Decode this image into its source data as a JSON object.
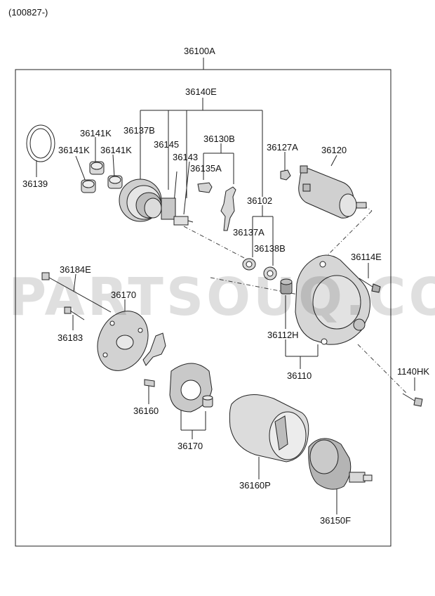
{
  "header": {
    "code": "(100827-)"
  },
  "assembly": {
    "label": "36100A"
  },
  "watermark": {
    "text": "PARTSOUQ.COM"
  },
  "parts": {
    "p36140E": "36140E",
    "p36137B": "36137B",
    "p36141K_a": "36141K",
    "p36141K_b": "36141K",
    "p36141K_c": "36141K",
    "p36145": "36145",
    "p36143": "36143",
    "p36130B": "36130B",
    "p36135A": "36135A",
    "p36127A": "36127A",
    "p36120": "36120",
    "p36139": "36139",
    "p36102": "36102",
    "p36137A": "36137A",
    "p36138B": "36138B",
    "p36114E": "36114E",
    "p36184E": "36184E",
    "p36170_a": "36170",
    "p36183": "36183",
    "p36112H": "36112H",
    "p36110": "36110",
    "p1140HK": "1140HK",
    "p36160": "36160",
    "p36170_b": "36170",
    "p36160P": "36160P",
    "p36150F": "36150F"
  }
}
